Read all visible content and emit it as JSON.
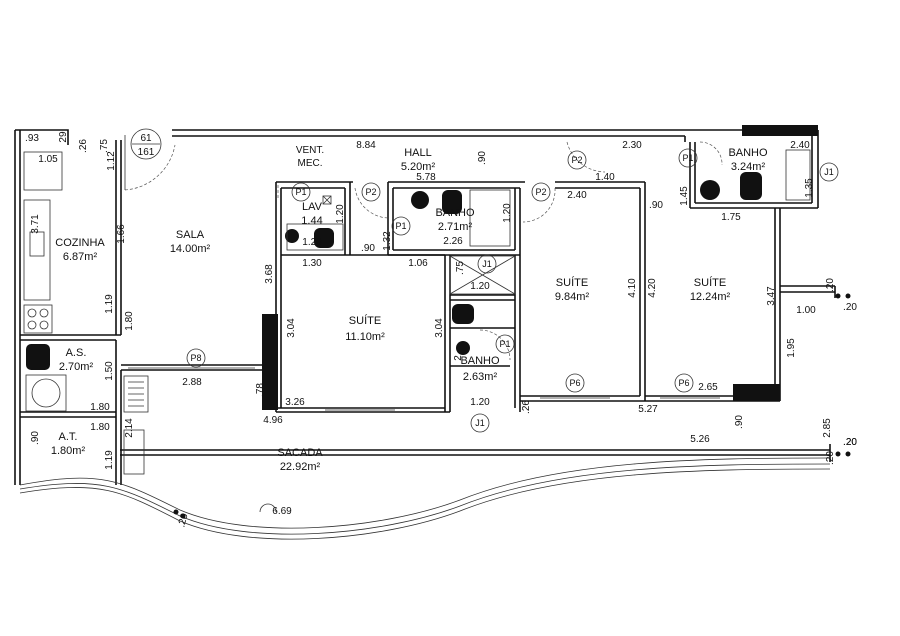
{
  "rooms": [
    {
      "id": "cozinha",
      "name": "COZINHA",
      "area": "6.87m²"
    },
    {
      "id": "sala",
      "name": "SALA",
      "area": "14.00m²"
    },
    {
      "id": "hall",
      "name": "HALL",
      "area": "5.20m²"
    },
    {
      "id": "lav",
      "name": "LAV",
      "area": "1.44"
    },
    {
      "id": "banho-center",
      "name": "BANHO",
      "area": "2.71m²"
    },
    {
      "id": "banho-right",
      "name": "BANHO",
      "area": "3.24m²"
    },
    {
      "id": "suite-center",
      "name": "SUÍTE",
      "area": "11.10m²"
    },
    {
      "id": "suite-mid",
      "name": "SUÍTE",
      "area": "9.84m²"
    },
    {
      "id": "suite-right",
      "name": "SUÍTE",
      "area": "12.24m²"
    },
    {
      "id": "banho-small",
      "name": "BANHO",
      "area": "2.63m²"
    },
    {
      "id": "as",
      "name": "A.S.",
      "area": "2.70m²"
    },
    {
      "id": "at",
      "name": "A.T.",
      "area": "1.80m²"
    },
    {
      "id": "sacada",
      "name": "SACADA",
      "area": "22.92m²"
    }
  ],
  "labels": {
    "vent_line1": "VENT.",
    "vent_line2": "MEC.",
    "unit_top": "61",
    "unit_bottom": "161"
  },
  "dimensions": [
    {
      "id": "d-093",
      "text": ".93"
    },
    {
      "id": "d-029",
      "text": "29"
    },
    {
      "id": "d-105",
      "text": "1.05"
    },
    {
      "id": "d-026",
      "text": ".26"
    },
    {
      "id": "d-075",
      "text": ".75"
    },
    {
      "id": "d-112",
      "text": "1.12"
    },
    {
      "id": "d-884",
      "text": "8.84"
    },
    {
      "id": "d-578",
      "text": "5.78"
    },
    {
      "id": "d-090a",
      "text": ".90"
    },
    {
      "id": "d-230",
      "text": "2.30"
    },
    {
      "id": "d-240a",
      "text": "2.40"
    },
    {
      "id": "d-140",
      "text": "1.40"
    },
    {
      "id": "d-240b",
      "text": "2.40"
    },
    {
      "id": "d-090b",
      "text": ".90"
    },
    {
      "id": "d-145",
      "text": "1.45"
    },
    {
      "id": "d-175",
      "text": "1.75"
    },
    {
      "id": "d-135",
      "text": "1.35"
    },
    {
      "id": "d-371",
      "text": "3.71"
    },
    {
      "id": "d-166",
      "text": "1.66"
    },
    {
      "id": "d-120a",
      "text": "1.20"
    },
    {
      "id": "d-120b",
      "text": "1.20"
    },
    {
      "id": "d-120c",
      "text": "1.20"
    },
    {
      "id": "d-090c",
      "text": ".90"
    },
    {
      "id": "d-132",
      "text": "1.32"
    },
    {
      "id": "d-226",
      "text": "2.26"
    },
    {
      "id": "d-130",
      "text": "1.30"
    },
    {
      "id": "d-106",
      "text": "1.06"
    },
    {
      "id": "d-075b",
      "text": ".75"
    },
    {
      "id": "d-120d",
      "text": "1.20"
    },
    {
      "id": "d-368",
      "text": "3.68"
    },
    {
      "id": "d-119a",
      "text": "1.19"
    },
    {
      "id": "d-180a",
      "text": "1.80"
    },
    {
      "id": "d-304a",
      "text": "3.04"
    },
    {
      "id": "d-304b",
      "text": "3.04"
    },
    {
      "id": "d-410",
      "text": "4.10"
    },
    {
      "id": "d-420",
      "text": "4.20"
    },
    {
      "id": "d-347",
      "text": "3.47"
    },
    {
      "id": "d-020a",
      "text": ".20"
    },
    {
      "id": "d-100",
      "text": "1.00"
    },
    {
      "id": "d-020b",
      "text": ".20"
    },
    {
      "id": "d-195",
      "text": "1.95"
    },
    {
      "id": "d-150",
      "text": "1.50"
    },
    {
      "id": "d-288",
      "text": "2.88"
    },
    {
      "id": "d-078",
      "text": ".78"
    },
    {
      "id": "d-326",
      "text": "3.26"
    },
    {
      "id": "d-496",
      "text": "4.96"
    },
    {
      "id": "d-180b",
      "text": "1.80"
    },
    {
      "id": "d-180c",
      "text": "1.80"
    },
    {
      "id": "d-120e",
      "text": "1.20"
    },
    {
      "id": "d-026b",
      "text": ".26"
    },
    {
      "id": "d-527",
      "text": "5.27"
    },
    {
      "id": "d-265",
      "text": "2.65"
    },
    {
      "id": "d-090d",
      "text": ".90"
    },
    {
      "id": "d-526",
      "text": "5.26"
    },
    {
      "id": "d-285",
      "text": "2.85"
    },
    {
      "id": "d-020c",
      "text": ".20"
    },
    {
      "id": "d-020d",
      "text": ".20"
    },
    {
      "id": "d-090e",
      "text": ".90"
    },
    {
      "id": "d-214",
      "text": "2.14"
    },
    {
      "id": "d-119b",
      "text": "1.19"
    },
    {
      "id": "d-669",
      "text": "6.69"
    },
    {
      "id": "d-020e",
      "text": ".20"
    },
    {
      "id": "d-020f",
      "text": ".20"
    },
    {
      "id": "d-2small",
      "text": "2"
    }
  ],
  "doors": [
    {
      "id": "p1-lav",
      "text": "P1"
    },
    {
      "id": "p2-hall-left",
      "text": "P2"
    },
    {
      "id": "p1-banho",
      "text": "P1"
    },
    {
      "id": "p2-hall-top",
      "text": "P2"
    },
    {
      "id": "p2-hall-right",
      "text": "P2"
    },
    {
      "id": "p1-banho-right",
      "text": "P1"
    },
    {
      "id": "j1-right",
      "text": "J1"
    },
    {
      "id": "j1-shaft",
      "text": "J1"
    },
    {
      "id": "p1-banho-small",
      "text": "P1"
    },
    {
      "id": "p8",
      "text": "P8"
    },
    {
      "id": "p6-a",
      "text": "P6"
    },
    {
      "id": "p6-b",
      "text": "P6"
    },
    {
      "id": "j1-bottom",
      "text": "J1"
    }
  ]
}
